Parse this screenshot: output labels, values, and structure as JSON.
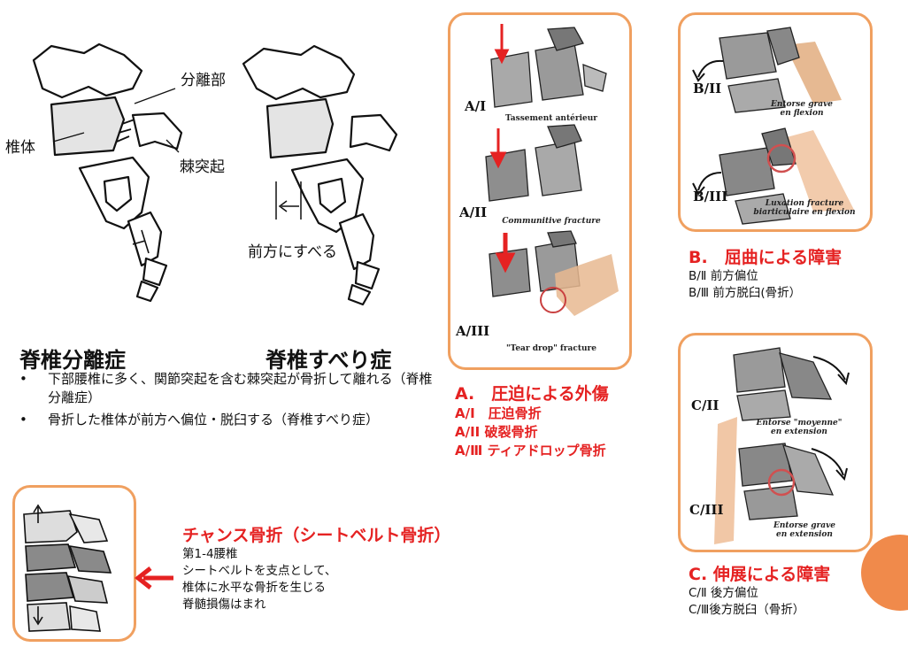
{
  "left_diagram": {
    "label_separation": "分離部",
    "label_body": "椎体",
    "label_spinous": "棘突起",
    "label_slip": "前方にすべる"
  },
  "headings": {
    "spondylolysis": "脊椎分離症",
    "spondylolisthesis": "脊椎すべり症"
  },
  "bullets": [
    "下部腰椎に多く、関節突起を含む棘突起が骨折して離れる（脊椎分離症）",
    "骨折した椎体が前方へ偏位・脱臼する（脊椎すべり症）"
  ],
  "chance": {
    "title": "チャンス骨折（シートベルト骨折）",
    "lines": [
      "第1-4腰椎",
      "シートベルトを支点として、",
      "椎体に水平な骨折を生じる",
      "脊髄損傷はまれ"
    ]
  },
  "panel_a": {
    "img_labels": [
      "A/I",
      "A/II",
      "A/III"
    ],
    "img_captions": [
      "Tassement antérieur",
      "Communitive fracture",
      "\"Tear drop\" fracture"
    ],
    "title": "A.　圧迫による外傷",
    "lines": [
      "A/I　圧迫骨折",
      "A/II  破裂骨折",
      "A/Ⅲ ティアドロップ骨折"
    ]
  },
  "panel_b": {
    "img_labels": [
      "B/II",
      "B/III"
    ],
    "img_captions": [
      [
        "Entorse grave",
        "en flexion"
      ],
      [
        "Luxation fracture",
        "biarticulaire en flexion"
      ]
    ],
    "title": "B.　屈曲による障害",
    "lines": [
      "B/Ⅱ 前方偏位",
      "B/Ⅲ 前方脱臼(骨折）"
    ]
  },
  "panel_c": {
    "img_labels": [
      "C/II",
      "C/III"
    ],
    "img_captions": [
      [
        "Entorse \"moyenne\"",
        "en extension"
      ],
      [
        "Entorse grave",
        "en extension"
      ]
    ],
    "title": "C. 伸展による障害",
    "lines": [
      "C/Ⅱ 後方偏位",
      "C/Ⅲ後方脱臼（骨折）"
    ]
  },
  "colors": {
    "accent_red": "#e52222",
    "panel_border": "#f0a060",
    "orange_circle": "#f08a4b",
    "bone_fill": "#e4e4e4",
    "bone_dark": "#8a8a8a",
    "tissue": "#e8b890"
  }
}
